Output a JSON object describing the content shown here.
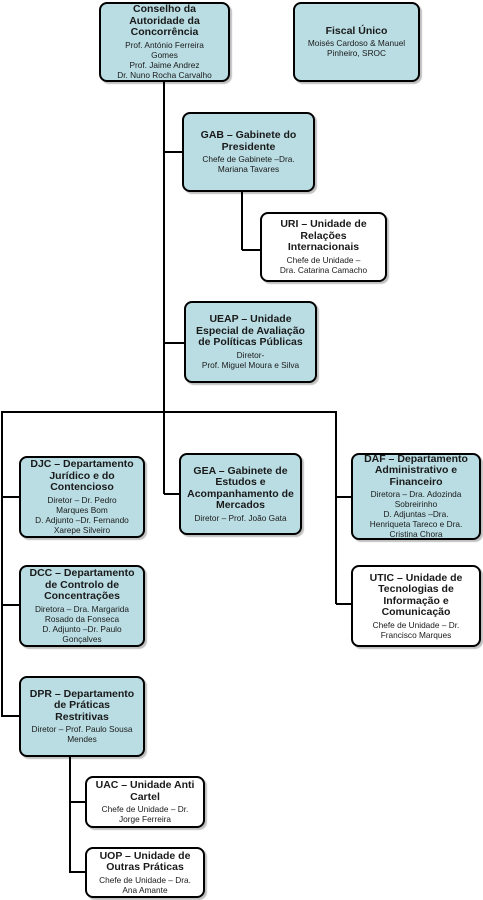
{
  "nodes": {
    "conselho": {
      "title": "Conselho da\nAutoridade da\nConcorrência",
      "sub": "Prof. António Ferreira\nGomes\nProf. Jaime Andrez\nDr. Nuno Rocha Carvalho"
    },
    "fiscal": {
      "title": "Fiscal Único",
      "sub": "Moisés Cardoso & Manuel\nPinheiro, SROC"
    },
    "gab": {
      "title": "GAB – Gabinete do\nPresidente",
      "sub": "Chefe de Gabinete  –Dra.\nMariana Tavares"
    },
    "uri": {
      "title": "URI – Unidade de\nRelações\nInternacionais",
      "sub": "Chefe de Unidade –\nDra. Catarina Camacho"
    },
    "ueap": {
      "title": "UEAP – Unidade\nEspecial de Avaliação\nde Políticas Públicas",
      "sub": "Diretor-\nProf. Miguel Moura e Silva"
    },
    "djc": {
      "title": "DJC – Departamento\nJurídico e do\nContencioso",
      "sub": "Diretor – Dr. Pedro\nMarques Bom\nD. Adjunto  –Dr. Fernando\nXarepe Silveiro"
    },
    "gea": {
      "title": "GEA  – Gabinete de\nEstudos e\nAcompanhamento de\nMercados",
      "sub": "Diretor – Prof. João Gata"
    },
    "daf": {
      "title": "DAF  – Departamento\nAdministrativo e\nFinanceiro",
      "sub": "Diretora – Dra. Adozinda\nSobreirinho\nD. Adjuntas  –Dra.\nHenriqueta  Tareco e Dra.\nCristina Chora"
    },
    "dcc": {
      "title": "DCC – Departamento\nde Controlo de\nConcentrações",
      "sub": "Diretora – Dra. Margarida\nRosado da Fonseca\nD. Adjunto  –Dr. Paulo\nGonçalves"
    },
    "utic": {
      "title": "UTIC – Unidade de\nTecnologias de\nInformação e\nComunicação",
      "sub": "Chefe de Unidade – Dr.\nFrancisco Marques"
    },
    "dpr": {
      "title": "DPR – Departamento\nde Práticas\nRestritivas",
      "sub": "Diretor – Prof. Paulo Sousa\nMendes"
    },
    "uac": {
      "title": "UAC – Unidade Anti\nCartel",
      "sub": "Chefe de Unidade  – Dr.\nJorge Ferreira"
    },
    "uop": {
      "title": "UOP – Unidade de\nOutras Práticas",
      "sub": "Chefe de Unidade  – Dra.\nAna Amante"
    }
  },
  "colors": {
    "teal_fill": "#b9dde3",
    "white_fill": "#ffffff",
    "line": "#000000"
  }
}
